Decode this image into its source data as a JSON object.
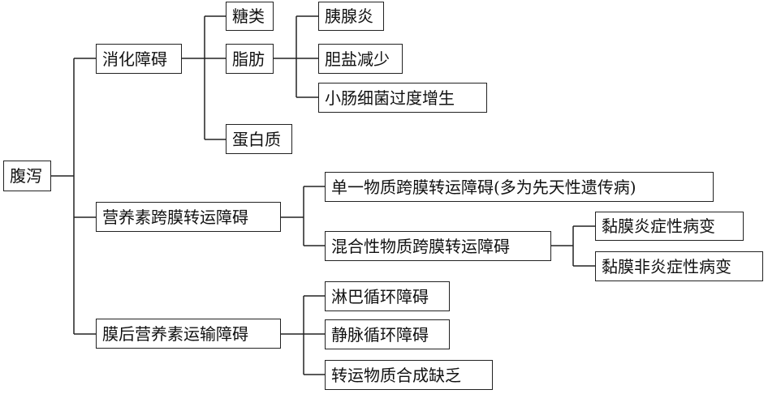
{
  "diagram": {
    "root": "腹泻",
    "level1": {
      "digestion": "消化障碍",
      "transmembrane": "营养素跨膜转运障碍",
      "post_membrane": "膜后营养素运输障碍"
    },
    "digestion_children": {
      "sugar": "糖类",
      "fat": "脂肪",
      "protein": "蛋白质"
    },
    "fat_children": {
      "pancreatitis": "胰腺炎",
      "bile_salt": "胆盐减少",
      "bacterial_overgrowth": "小肠细菌过度增生"
    },
    "transmembrane_children": {
      "single": "单一物质跨膜转运障碍(多为先天性遗传病)",
      "mixed": "混合性物质跨膜转运障碍"
    },
    "mixed_children": {
      "inflammatory": "黏膜炎症性病变",
      "non_inflammatory": "黏膜非炎症性病变"
    },
    "post_membrane_children": {
      "lymph": "淋巴循环障碍",
      "venous": "静脉循环障碍",
      "synthesis": "转运物质合成缺乏"
    }
  }
}
